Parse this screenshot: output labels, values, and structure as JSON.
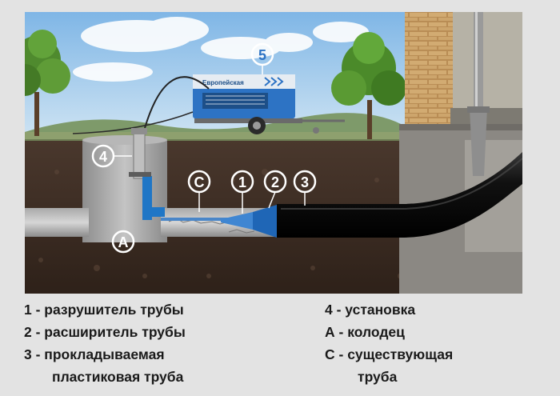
{
  "diagram": {
    "markers": {
      "m1": "1",
      "m2": "2",
      "m3": "3",
      "m4": "4",
      "m5": "5",
      "mA": "A",
      "mC": "C"
    },
    "compressor_brand": "Европейская",
    "legend": {
      "item1": "1 - разрушитель трубы",
      "item2": "2 - расширитель трубы",
      "item3_line1": "3 - прокладываемая",
      "item3_line2": "пластиковая труба",
      "item4": "4 - установка",
      "itemA": "А - колодец",
      "itemC_line1": "С - существующая",
      "itemC_line2": "труба"
    },
    "colors": {
      "sky": "#9cc7ea",
      "soil": "#3a2a22",
      "hdpe_pipe": "#151515",
      "equipment_blue": "#1f76c6",
      "compressor_blue": "#2d73c4",
      "brick": "#c49a5e"
    }
  }
}
